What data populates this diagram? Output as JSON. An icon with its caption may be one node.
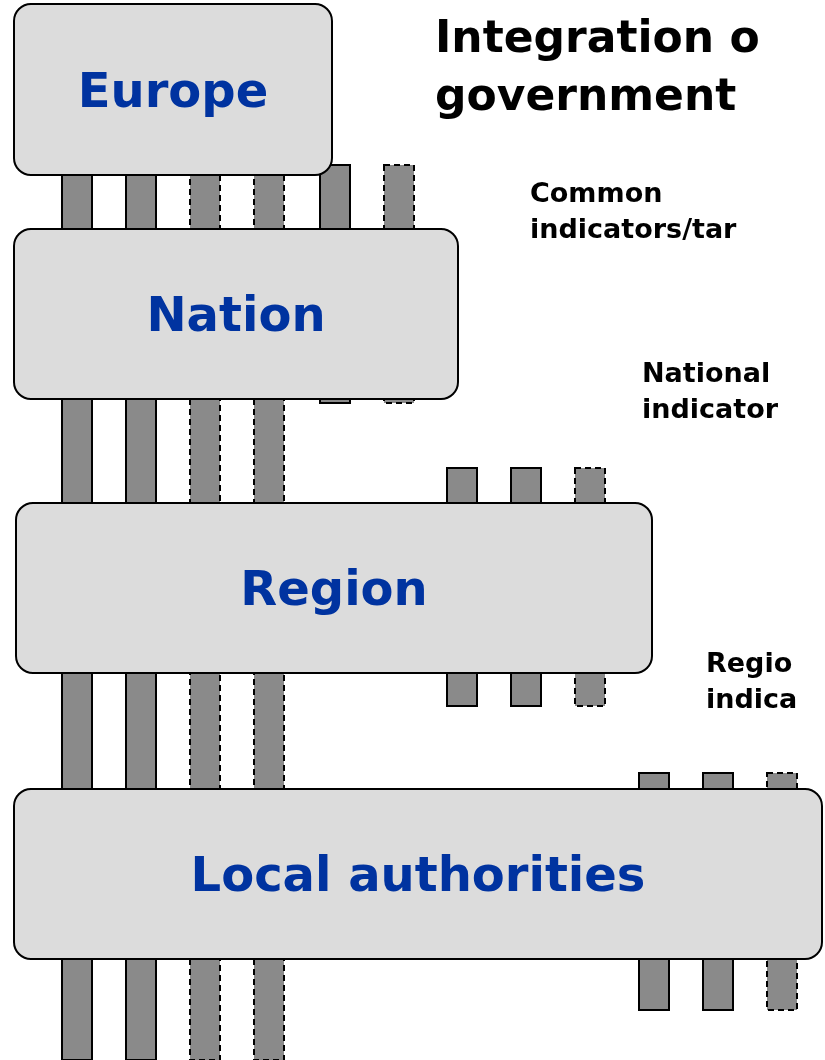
{
  "diagram": {
    "title": "Integration o government",
    "nodes": [
      {
        "text": [
          "Europe"
        ]
      },
      {
        "text": [
          "Nation"
        ]
      },
      {
        "text": [
          "Region"
        ]
      },
      {
        "text": [
          "Local authorities"
        ]
      }
    ],
    "labels": [
      "Common indicators/tar",
      "National indicator",
      "Regio indica"
    ]
  }
}
